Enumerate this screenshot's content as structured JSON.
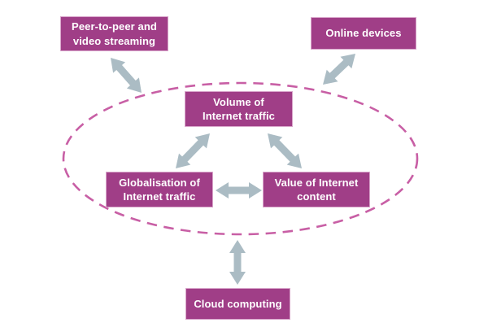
{
  "diagram": {
    "description": "Concept diagram: factors around the volume of Internet traffic, with a dashed ellipse grouping the core feedback loop",
    "nodes": {
      "peer": {
        "label": "Peer-to-peer and\nvideo streaming"
      },
      "online": {
        "label": "Online devices"
      },
      "volume": {
        "label": "Volume of\nInternet traffic"
      },
      "globalisation": {
        "label": "Globalisation of\nInternet traffic"
      },
      "value": {
        "label": "Value of Internet\ncontent"
      },
      "cloud": {
        "label": "Cloud computing"
      }
    },
    "edges": [
      {
        "from": "Peer-to-peer and video streaming",
        "to": "Volume of Internet traffic",
        "type": "double-arrow"
      },
      {
        "from": "Online devices",
        "to": "Volume of Internet traffic",
        "type": "double-arrow"
      },
      {
        "from": "Volume of Internet traffic",
        "to": "Globalisation of Internet traffic",
        "type": "double-arrow"
      },
      {
        "from": "Volume of Internet traffic",
        "to": "Value of Internet content",
        "type": "double-arrow"
      },
      {
        "from": "Globalisation of Internet traffic",
        "to": "Value of Internet content",
        "type": "double-arrow"
      },
      {
        "from": "core loop (dashed ellipse)",
        "to": "Cloud computing",
        "type": "double-arrow"
      }
    ],
    "colors": {
      "box_fill": "#A03E87",
      "box_border": "#D9A6CB",
      "box_text": "#FFFFFF",
      "arrow": "#ABBCC4",
      "ellipse_stroke": "#C85FA5",
      "background": "#FFFFFF"
    }
  }
}
